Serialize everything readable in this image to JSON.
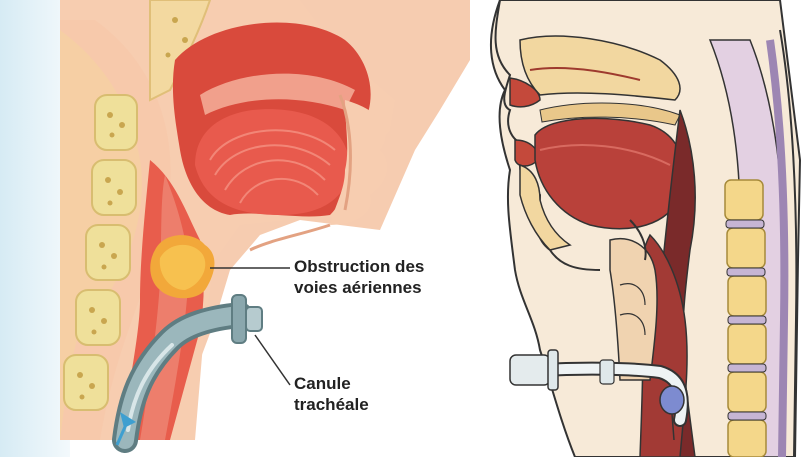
{
  "labels": {
    "obstruction": {
      "line1": "Obstruction des",
      "line2": "voies aériennes"
    },
    "cannula": {
      "line1": "Canule",
      "line2": "trachéale"
    }
  },
  "colors": {
    "background_left": "#e8f3f8",
    "skin": "#f7cdb0",
    "tissue_red": "#d9473a",
    "tongue": "#e2544a",
    "vertebra": "#f2e2a0",
    "spine_pink": "#f1a08c",
    "obstruction": "#f2a83a",
    "cannula": "#8aa7ad",
    "arrow": "#3e9fd0"
  },
  "icons": {
    "left_panel": "throat-section-illustration",
    "right_panel": "head-neck-sagittal-illustration"
  }
}
